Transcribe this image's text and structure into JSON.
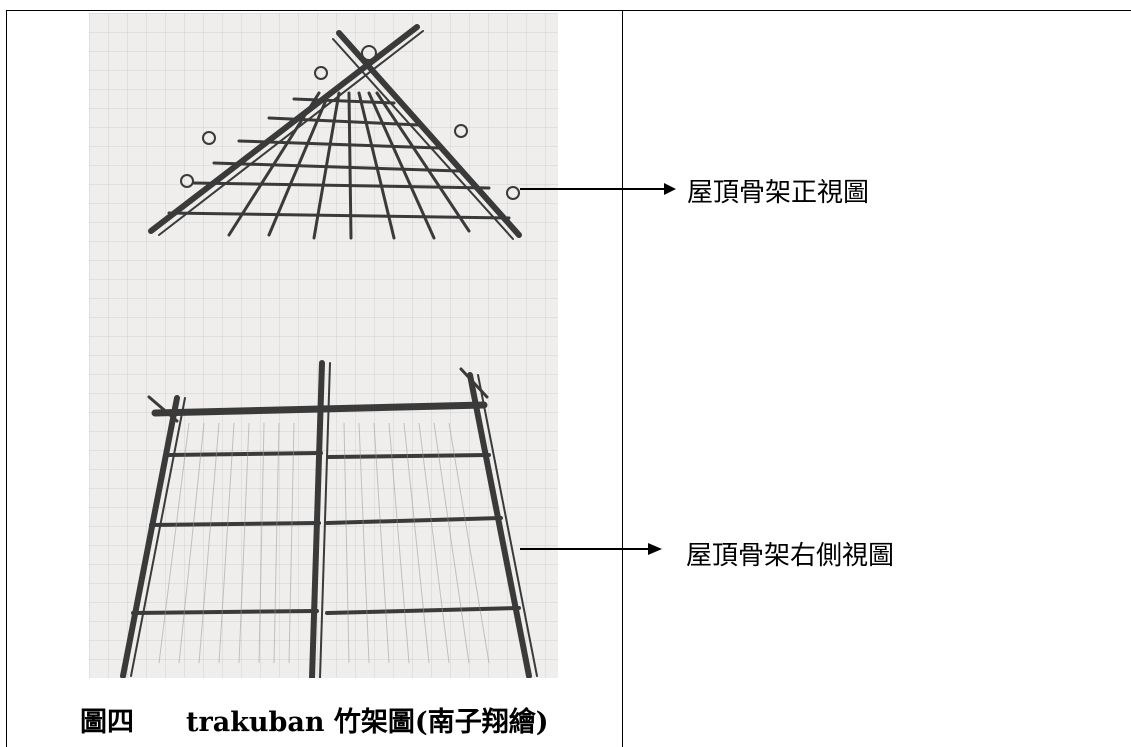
{
  "figure": {
    "caption_number": "圖四",
    "caption_title": "trakuban 竹架圖(南子翔繪)",
    "photo_subject": "hand-drawn bamboo roof frame sketch on grid paper"
  },
  "annotations": {
    "front_view_label": "屋頂骨架正視圖",
    "side_view_label": "屋頂骨架右側視圖"
  }
}
